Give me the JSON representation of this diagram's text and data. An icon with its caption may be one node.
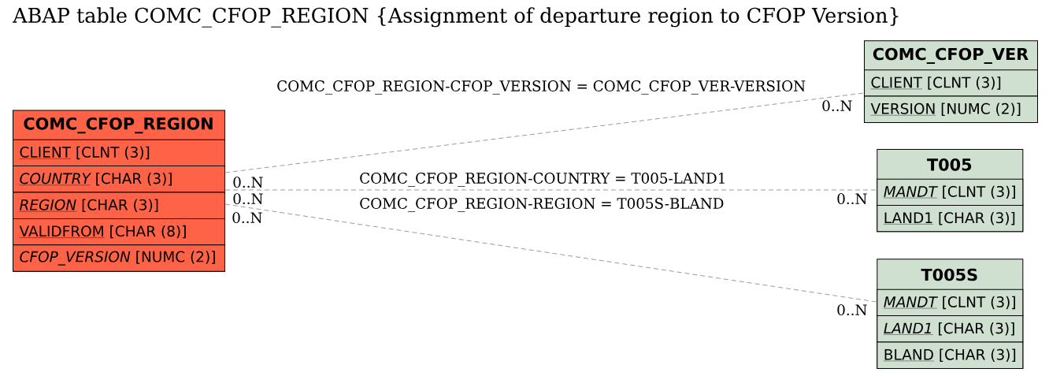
{
  "diagram": {
    "title": "ABAP table COMC_CFOP_REGION {Assignment of departure region to CFOP Version}",
    "nodes": [
      {
        "text": [
          "COMC_CFOP_REGION"
        ],
        "beside": [
          "0..N",
          "0..N",
          "0..N"
        ]
      },
      {
        "text": [
          "CLIENT",
          "[CLNT (3)]"
        ],
        "in": 0
      },
      {
        "text": [
          "COUNTRY",
          "[CHAR (3)]"
        ],
        "in": 0
      },
      {
        "text": [
          "REGION",
          "[CHAR (3)]"
        ],
        "in": 0
      },
      {
        "text": [
          "VALIDFROM",
          "[CHAR (8)]"
        ],
        "in": 0
      },
      {
        "text": [
          "CFOP_VERSION",
          "[NUMC (2)]"
        ],
        "in": 0
      },
      {
        "text": [
          "COMC_CFOP_VER"
        ],
        "beside": [
          "0..N"
        ]
      },
      {
        "text": [
          "CLIENT",
          "[CLNT (3)]"
        ],
        "in": 6
      },
      {
        "text": [
          "VERSION",
          "[NUMC (2)]"
        ],
        "in": 6
      },
      {
        "text": [
          "T005"
        ],
        "beside": [
          "0..N"
        ]
      },
      {
        "text": [
          "MANDT",
          "[CLNT (3)]"
        ],
        "in": 9
      },
      {
        "text": [
          "LAND1",
          "[CHAR (3)]"
        ],
        "in": 9
      },
      {
        "text": [
          "T005S"
        ],
        "beside": [
          "0..N"
        ]
      },
      {
        "text": [
          "MANDT",
          "[CLNT (3)]"
        ],
        "in": 12
      },
      {
        "text": [
          "LAND1",
          "[CHAR (3)]"
        ],
        "in": 12
      },
      {
        "text": [
          "BLAND",
          "[CHAR (3)]"
        ],
        "in": 12
      }
    ],
    "edges": [
      {
        "from": 0,
        "to": 6,
        "arrow": "none",
        "style": "dashed",
        "label": "COMC_CFOP_REGION-CFOP_VERSION = COMC_CFOP_VER-VERSION"
      },
      {
        "from": 0,
        "to": 9,
        "arrow": "none",
        "style": "dashed",
        "label": "COMC_CFOP_REGION-COUNTRY = T005-LAND1"
      },
      {
        "from": 0,
        "to": 12,
        "arrow": "none",
        "style": "dashed",
        "label": "COMC_CFOP_REGION-REGION = T005S-BLAND"
      }
    ]
  }
}
